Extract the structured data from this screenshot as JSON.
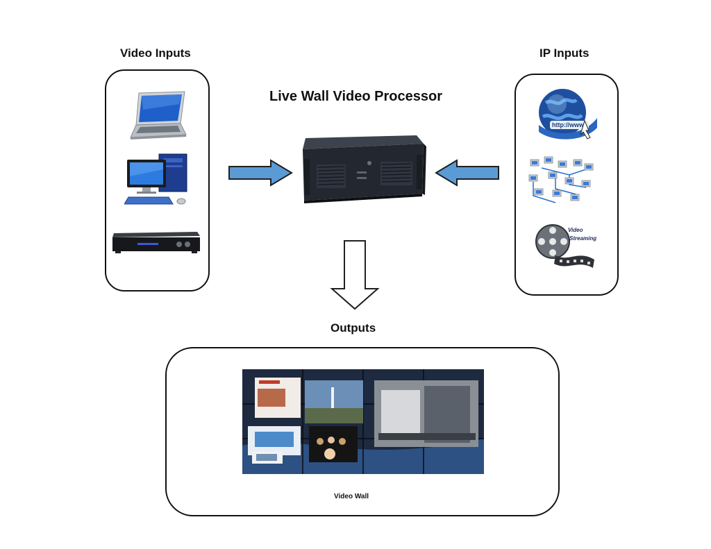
{
  "diagram": {
    "title": "Live Wall Video Processor",
    "video_inputs": {
      "heading": "Video Inputs",
      "devices": [
        "laptop-icon",
        "desktop-computer-icon",
        "media-player-box-icon"
      ]
    },
    "ip_inputs": {
      "heading": "IP Inputs",
      "sources": [
        "internet-globe-icon",
        "network-icon",
        "video-streaming-icon"
      ],
      "globe_caption": "http://www.",
      "streaming_caption_1": "Video",
      "streaming_caption_2": "Streaming"
    },
    "outputs": {
      "heading": "Outputs",
      "label": "Video Wall"
    },
    "colors": {
      "arrow_fill": "#5b9bd5",
      "arrow_stroke": "#1f1f1f",
      "outline": "#111111",
      "chassis": "#23272f"
    }
  }
}
